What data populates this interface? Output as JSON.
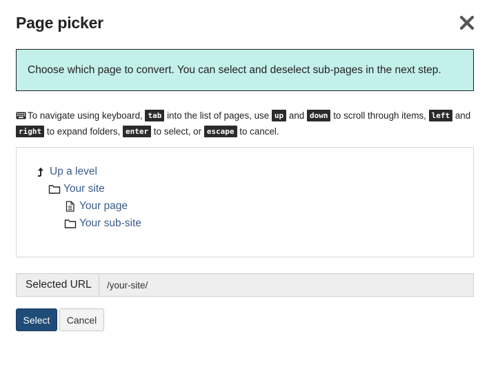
{
  "dialog": {
    "title": "Page picker",
    "close_icon": "close-icon"
  },
  "notice": {
    "text": "Choose which page to convert. You can select and deselect sub-pages in the next step."
  },
  "help": {
    "icon": "keyboard-icon",
    "parts": [
      {
        "type": "text",
        "value": "To navigate using keyboard, "
      },
      {
        "type": "kbd",
        "value": "tab"
      },
      {
        "type": "text",
        "value": " into the list of pages, use "
      },
      {
        "type": "kbd",
        "value": "up"
      },
      {
        "type": "text",
        "value": " and "
      },
      {
        "type": "kbd",
        "value": "down"
      },
      {
        "type": "text",
        "value": " to scroll through items, "
      },
      {
        "type": "kbd",
        "value": "left"
      },
      {
        "type": "text",
        "value": " and "
      },
      {
        "type": "kbd",
        "value": "right"
      },
      {
        "type": "text",
        "value": " to expand folders, "
      },
      {
        "type": "kbd",
        "value": "enter"
      },
      {
        "type": "text",
        "value": " to select, or "
      },
      {
        "type": "kbd",
        "value": "escape"
      },
      {
        "type": "text",
        "value": " to cancel."
      }
    ]
  },
  "tree": {
    "items": [
      {
        "label": "Up a level",
        "icon": "level-up-icon",
        "depth": 0
      },
      {
        "label": "Your site",
        "icon": "folder-icon",
        "depth": 1
      },
      {
        "label": "Your page",
        "icon": "file-icon",
        "depth": 2
      },
      {
        "label": "Your sub-site",
        "icon": "folder-icon",
        "depth": 2
      }
    ]
  },
  "selected_url": {
    "label": "Selected URL",
    "value": "/your-site/"
  },
  "buttons": {
    "select": "Select",
    "cancel": "Cancel"
  },
  "colors": {
    "notice_bg": "#c4f0eb",
    "link": "#3a5a8c",
    "primary_button": "#1f4b77"
  }
}
